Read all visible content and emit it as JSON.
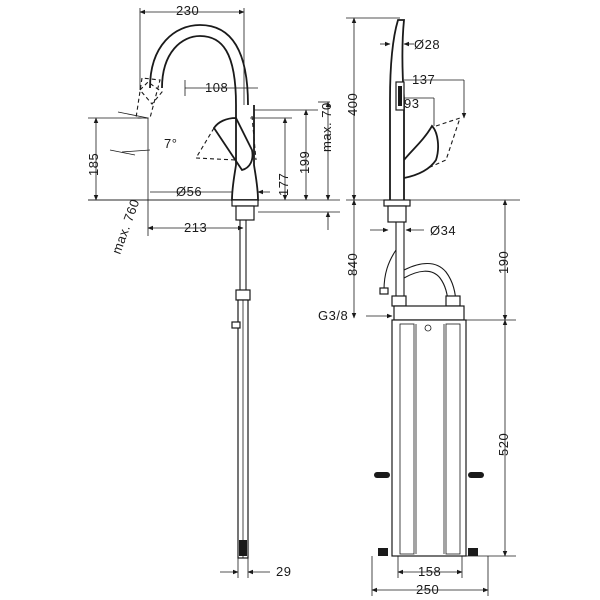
{
  "dimensions": {
    "d230": "230",
    "d108": "108",
    "d7deg": "7°",
    "d185": "185",
    "d760": "max. 760",
    "d177": "177",
    "d199": "199",
    "dmax70": "max. 70",
    "d56": "Ø56",
    "d213": "213",
    "d29": "29",
    "d28": "Ø28",
    "d137": "137",
    "d93": "93",
    "d400": "400",
    "d840": "840",
    "d34": "Ø34",
    "d190": "190",
    "dg38": "G3/8",
    "d520": "520",
    "d158": "158",
    "d250": "250"
  }
}
